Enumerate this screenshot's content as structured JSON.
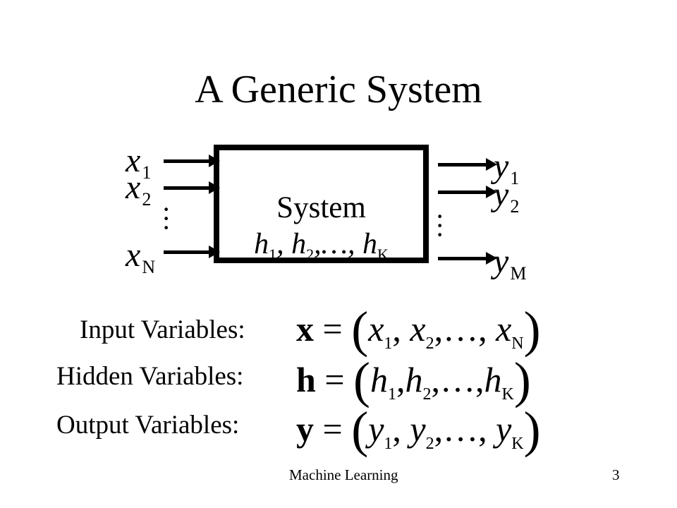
{
  "title": "A Generic System",
  "system_label": "System",
  "hidden_list": {
    "h1": "h",
    "s1": "1",
    "h2": "h",
    "s2": "2",
    "mid": ",…,",
    "hk": "h",
    "sk": "K",
    "sep": ","
  },
  "inputs": [
    {
      "name": "x",
      "sub": "1"
    },
    {
      "name": "x",
      "sub": "2"
    },
    {
      "name": "x",
      "sub": "N"
    }
  ],
  "outputs": [
    {
      "name": "y",
      "sub": "1"
    },
    {
      "name": "y",
      "sub": "2"
    },
    {
      "name": "y",
      "sub": "M"
    }
  ],
  "rows": [
    {
      "label": "Input Variables:",
      "bold": "x",
      "v": "x",
      "s1": "1",
      "s2": "2",
      "sn": "N"
    },
    {
      "label": "Hidden Variables:",
      "bold": "h",
      "v": "h",
      "s1": "1",
      "s2": "2",
      "sn": "K"
    },
    {
      "label": "Output Variables:",
      "bold": "y",
      "v": "y",
      "s1": "1",
      "s2": "2",
      "sn": "K"
    }
  ],
  "footer": {
    "left": "Machine Learning",
    "page": "3"
  }
}
